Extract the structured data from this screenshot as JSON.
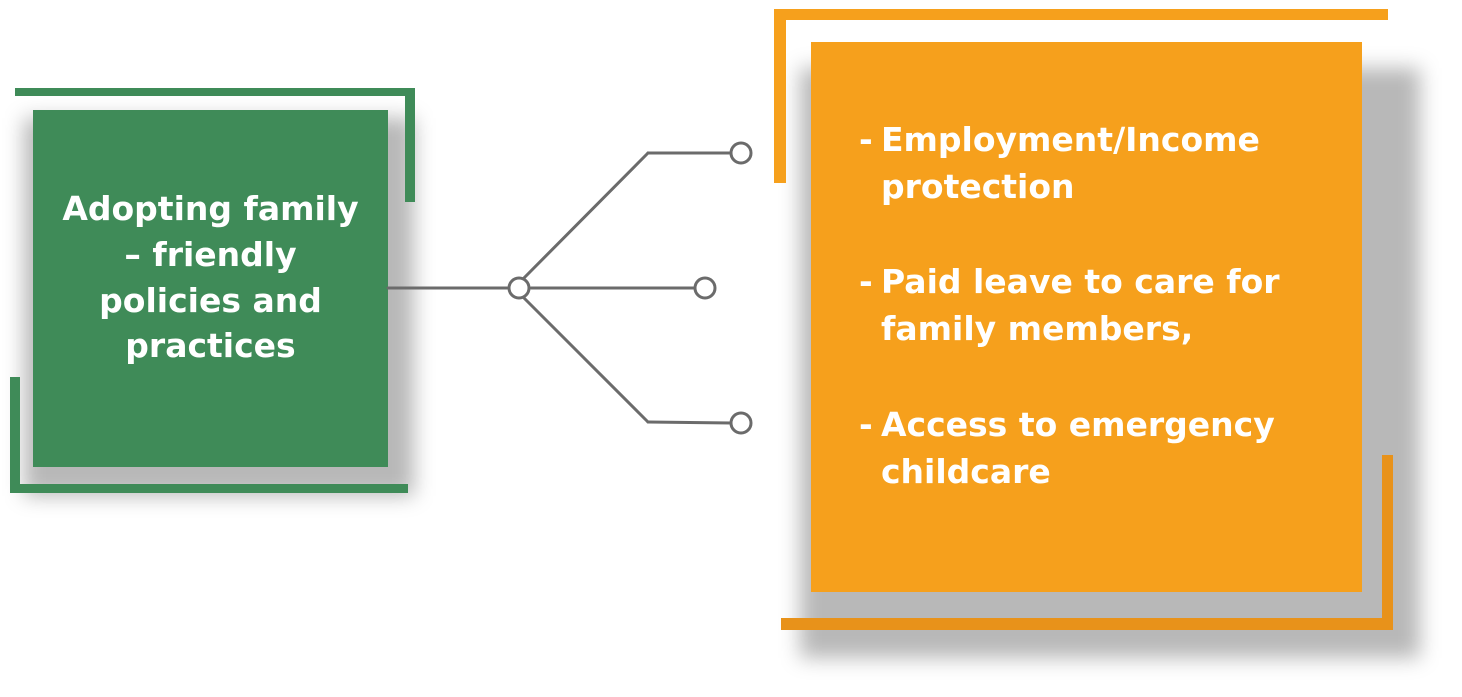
{
  "colors": {
    "green": "#3f8b58",
    "orange": "#f6a01c",
    "orange_dark": "#e8921a",
    "connector": "#6b6b6b"
  },
  "left_box": {
    "text": "Adopting family – friendly policies and practices"
  },
  "right_box": {
    "items": [
      {
        "dash": "-",
        "text": "Employment/Income protection"
      },
      {
        "dash": "-",
        "text": "Paid leave to care for family members,"
      },
      {
        "dash": "-",
        "text": "Access to emergency childcare"
      }
    ]
  }
}
